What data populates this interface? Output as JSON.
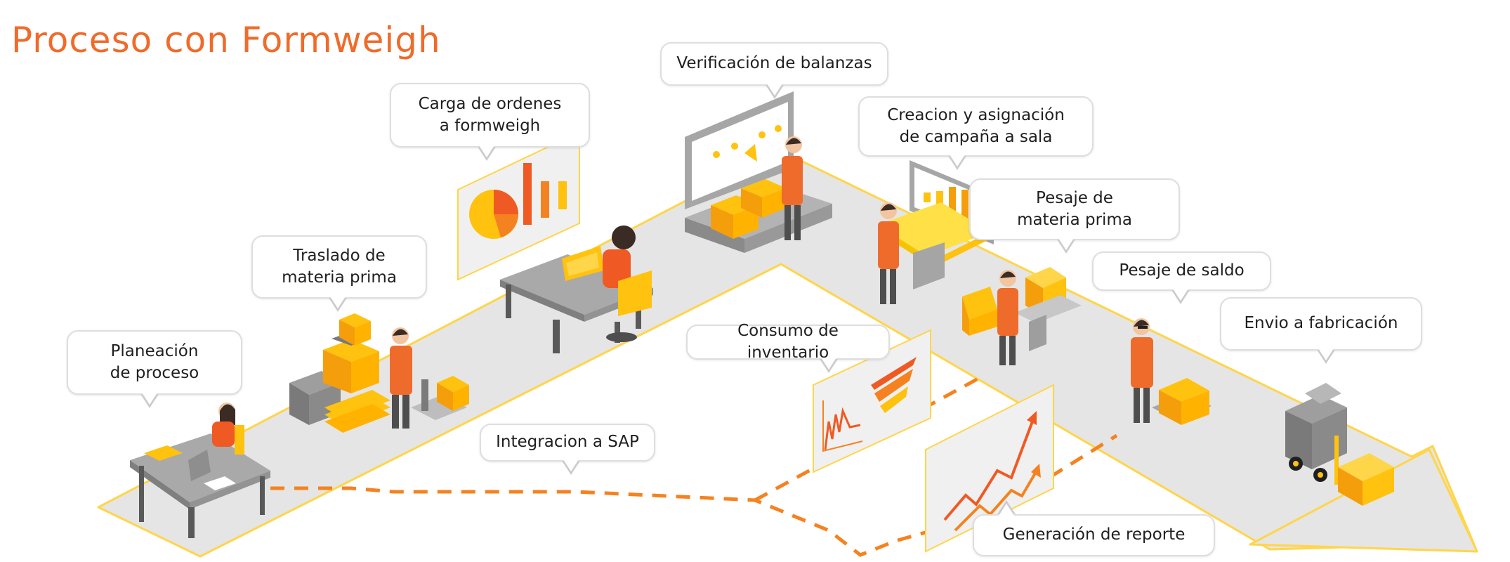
{
  "title": "Proceso con Formweigh",
  "colors": {
    "accent": "#ef6b2b",
    "yellow": "#ffc20e",
    "path": "#e5e5e5",
    "path_border": "#ffd54a",
    "dashed": "#f58220"
  },
  "steps": {
    "planeacion": "Planeación\nde proceso",
    "traslado": "Traslado de\nmateria prima",
    "carga": "Carga de  ordenes\na formweigh",
    "verificacion": "Verificación de balanzas",
    "creacion": "Creacion y asignación\nde campaña a sala",
    "pesaje_mp": "Pesaje de\nmateria prima",
    "pesaje_saldo": "Pesaje de saldo",
    "envio": "Envio a fabricación",
    "consumo": "Consumo de inventario",
    "integracion": "Integracion a SAP",
    "reporte": "Generación de reporte"
  },
  "icons": [
    "pie-chart-icon",
    "bar-chart-icon",
    "line-chart-icon",
    "funnel-chart-icon",
    "growth-arrows-icon",
    "forklift-icon",
    "box-icon",
    "worker-icon"
  ]
}
